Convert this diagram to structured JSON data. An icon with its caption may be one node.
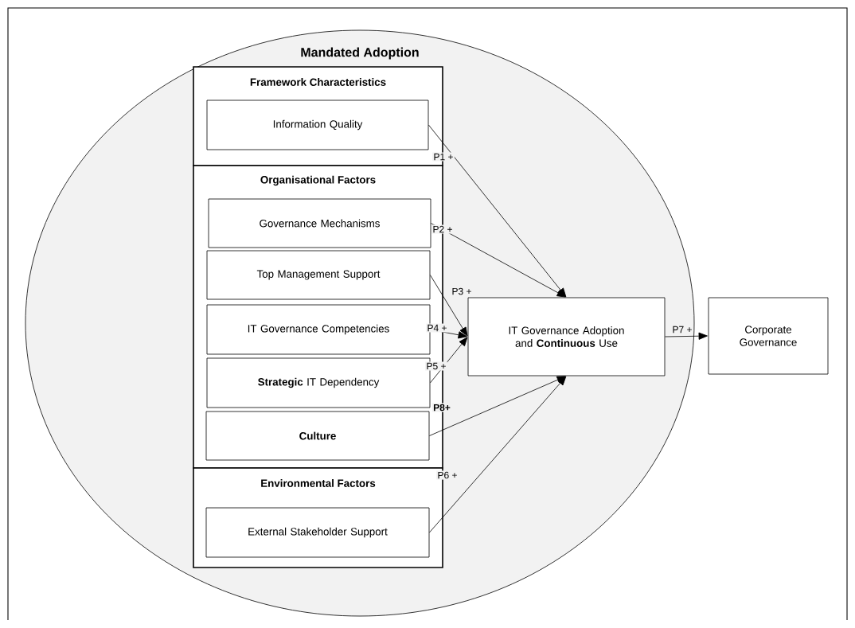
{
  "diagram": {
    "nodes": [
      {
        "text": [
          "Mandated Adoption"
        ]
      },
      {
        "text": [
          "Framework Characteristics"
        ],
        "in": 0
      },
      {
        "text": [
          "Information Quality"
        ],
        "in": 1
      },
      {
        "text": [
          "Organisational Factors"
        ],
        "in": 0
      },
      {
        "text": [
          "Governance Mechanisms"
        ],
        "in": 3
      },
      {
        "text": [
          "Top Management Support"
        ],
        "in": 3
      },
      {
        "text": [
          "IT Governance Competencies"
        ],
        "in": 3
      },
      {
        "text": [
          "**Strategic** IT Dependency"
        ],
        "in": 3
      },
      {
        "text": [
          "Culture"
        ],
        "in": 3
      },
      {
        "text": [
          "Environmental Factors"
        ],
        "in": 0
      },
      {
        "text": [
          "External Stakeholder Support"
        ],
        "in": 9
      },
      {
        "text": [
          "IT Governance Adoption and **Continuous** Use"
        ],
        "in": 0
      },
      {
        "text": [
          "Corporate Governance"
        ]
      }
    ],
    "edges": [
      {
        "from": 2,
        "to": 11,
        "arrow": "to",
        "label": "P1 +"
      },
      {
        "from": 4,
        "to": 11,
        "arrow": "to",
        "label": "P2 +"
      },
      {
        "from": 5,
        "to": 11,
        "arrow": "to",
        "label": "P3 +"
      },
      {
        "from": 6,
        "to": 11,
        "arrow": "to",
        "label": "P4 +"
      },
      {
        "from": 7,
        "to": 11,
        "arrow": "to",
        "label": "P5 +"
      },
      {
        "from": 8,
        "to": 11,
        "arrow": "to",
        "label": "P8+"
      },
      {
        "from": 10,
        "to": 11,
        "arrow": "to",
        "label": "P6 +"
      },
      {
        "from": 11,
        "to": 12,
        "arrow": "to",
        "label": "P7 +"
      }
    ]
  }
}
